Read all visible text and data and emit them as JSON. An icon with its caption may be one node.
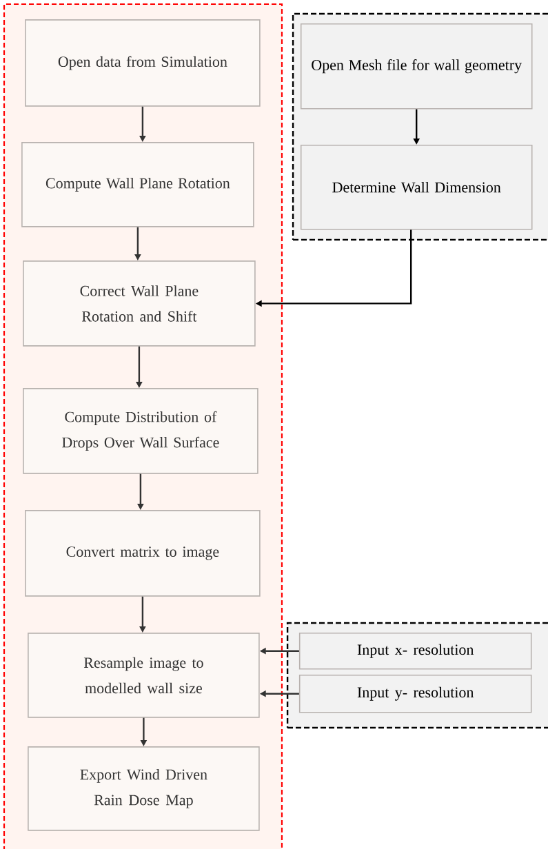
{
  "diagram": {
    "nodes": [
      {
        "text": [],
        "shape": "box"
      },
      {
        "text": [
          "Open data from Simulation"
        ],
        "in": 0
      },
      {
        "text": [
          "Compute Wall Plane Rotation"
        ],
        "in": 0
      },
      {
        "text": [
          "Correct Wall Plane Rotation and Shift"
        ],
        "in": 0
      },
      {
        "text": [
          "Compute Distribution of Drops Over Wall Surface"
        ],
        "in": 0
      },
      {
        "text": [
          "Convert matrix to image"
        ],
        "in": 0
      },
      {
        "text": [
          "Resample image to modelled wall size"
        ],
        "in": 0
      },
      {
        "text": [
          "Export Wind Driven Rain Dose Map"
        ],
        "in": 0
      },
      {
        "text": [],
        "shape": "box"
      },
      {
        "text": [
          "Open Mesh file for wall geometry"
        ],
        "in": 8
      },
      {
        "text": [
          "Determine Wall Dimension"
        ],
        "in": 8
      },
      {
        "text": [],
        "shape": "box"
      },
      {
        "text": [
          "Input x- resolution"
        ],
        "in": 11
      },
      {
        "text": [
          "Input y- resolution"
        ],
        "in": 11
      }
    ],
    "edges": [
      {
        "from": 1,
        "to": 2,
        "arrow": "to"
      },
      {
        "from": 2,
        "to": 3,
        "arrow": "to"
      },
      {
        "from": 3,
        "to": 4,
        "arrow": "to"
      },
      {
        "from": 4,
        "to": 5,
        "arrow": "to"
      },
      {
        "from": 5,
        "to": 6,
        "arrow": "to"
      },
      {
        "from": 6,
        "to": 7,
        "arrow": "to"
      },
      {
        "from": 9,
        "to": 10,
        "arrow": "to"
      },
      {
        "from": 10,
        "to": 3,
        "arrow": "to"
      },
      {
        "from": 12,
        "to": 6,
        "arrow": "to"
      },
      {
        "from": 13,
        "to": 6,
        "arrow": "to"
      }
    ]
  }
}
